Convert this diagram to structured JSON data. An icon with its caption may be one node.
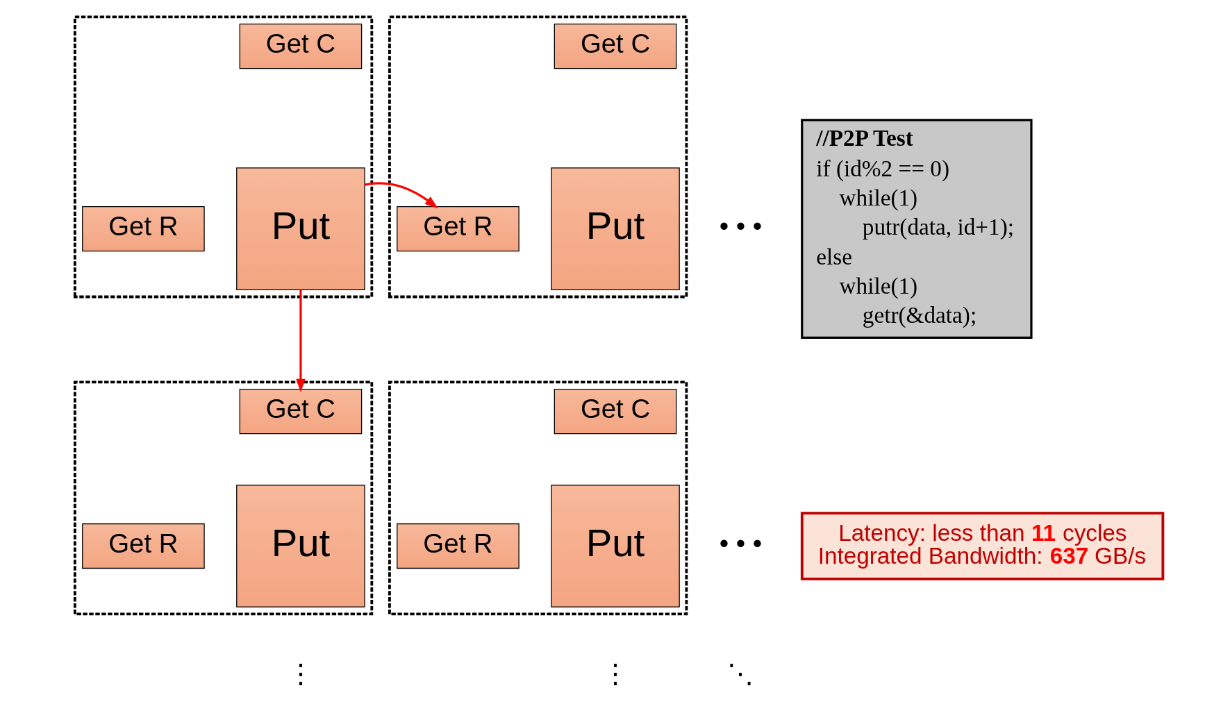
{
  "diagram": {
    "nodes": [
      {
        "text": [],
        "shape": "box"
      },
      {
        "text": [
          "Get C"
        ],
        "in": 0
      },
      {
        "text": [
          "Get R"
        ],
        "in": 0
      },
      {
        "text": [
          "Put"
        ],
        "in": 0
      },
      {
        "text": [],
        "shape": "box"
      },
      {
        "text": [
          "Get C"
        ],
        "in": 4
      },
      {
        "text": [
          "Get R"
        ],
        "in": 4
      },
      {
        "text": [
          "Put"
        ],
        "in": 4
      },
      {
        "text": [],
        "shape": "box"
      },
      {
        "text": [
          "Get C"
        ],
        "in": 8
      },
      {
        "text": [
          "Get R"
        ],
        "in": 8
      },
      {
        "text": [
          "Put"
        ],
        "in": 8
      },
      {
        "text": [],
        "shape": "box"
      },
      {
        "text": [
          "Get C"
        ],
        "in": 12
      },
      {
        "text": [
          "Get R"
        ],
        "in": 12
      },
      {
        "text": [
          "Put"
        ],
        "in": 12
      },
      {
        "text": [
          "//P2P Test",
          "if (id%2 == 0)",
          "while(1)",
          "putr(data, id+1);",
          "else",
          "while(1)",
          "getr(&data);"
        ]
      },
      {
        "text": [
          "Latency: less than **11** cycles Integrated Bandwidth: **637** GB/s"
        ]
      }
    ],
    "edges": [
      {
        "from": 3,
        "to": 6,
        "arrow": "to",
        "color": "#ff0000"
      },
      {
        "from": 3,
        "to": 9,
        "arrow": "to",
        "color": "#ff0000"
      }
    ],
    "labels": [
      "• • •",
      "• • •",
      "⋮",
      "⋮",
      "⋱"
    ]
  }
}
